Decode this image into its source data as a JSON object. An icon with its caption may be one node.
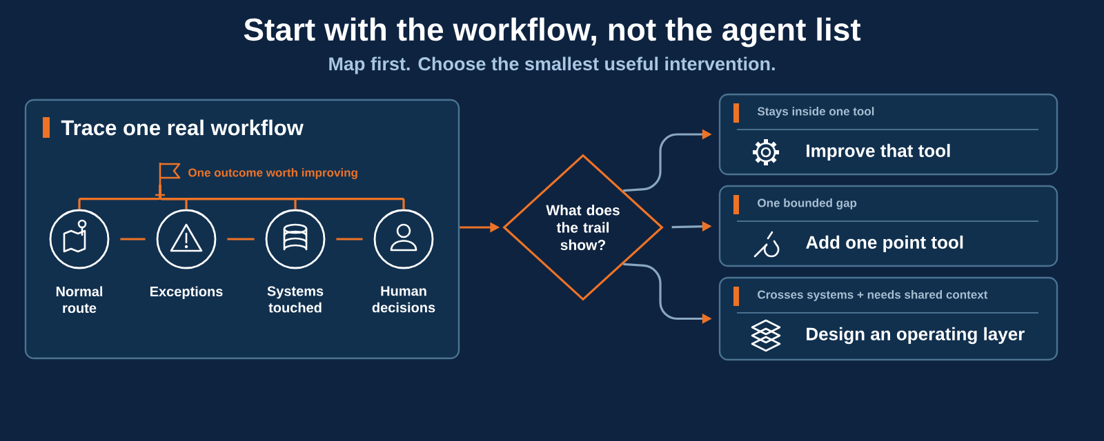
{
  "diagram": {
    "title": "Start with the workflow, not the agent list",
    "nodes": [
      {
        "text": [
          "Trace one real workflow"
        ]
      },
      {
        "text": [
          "One outcome worth improving"
        ],
        "in": 0
      },
      {
        "text": [
          "Normal route"
        ],
        "in": 0
      },
      {
        "text": [
          "Exceptions"
        ],
        "in": 0
      },
      {
        "text": [
          "Systems touched"
        ],
        "in": 0
      },
      {
        "text": [
          "Human decisions"
        ],
        "in": 0
      },
      {
        "text": [
          "What does the trail show?"
        ]
      },
      {
        "text": [
          "Stays inside one tool",
          "Improve that tool"
        ]
      },
      {
        "text": [
          "One bounded gap",
          "Add one point tool"
        ]
      },
      {
        "text": [
          "Crosses systems + needs shared context",
          "Design an operating layer"
        ]
      }
    ],
    "edges": [
      {
        "from": 1,
        "to": 2,
        "arrow": "none"
      },
      {
        "from": 1,
        "to": 3,
        "arrow": "none"
      },
      {
        "from": 1,
        "to": 4,
        "arrow": "none"
      },
      {
        "from": 1,
        "to": 5,
        "arrow": "none"
      },
      {
        "from": 2,
        "to": 3,
        "arrow": "none"
      },
      {
        "from": 3,
        "to": 4,
        "arrow": "none"
      },
      {
        "from": 4,
        "to": 5,
        "arrow": "none"
      },
      {
        "from": 0,
        "to": 6,
        "arrow": "to"
      },
      {
        "from": 6,
        "to": 7,
        "arrow": "to",
        "color": "#8aa7bf"
      },
      {
        "from": 6,
        "to": 8,
        "arrow": "to",
        "color": "#8aa7bf"
      },
      {
        "from": 6,
        "to": 9,
        "arrow": "to",
        "color": "#8aa7bf"
      }
    ],
    "labels": [
      "Map first. Choose the smallest useful intervention."
    ]
  }
}
